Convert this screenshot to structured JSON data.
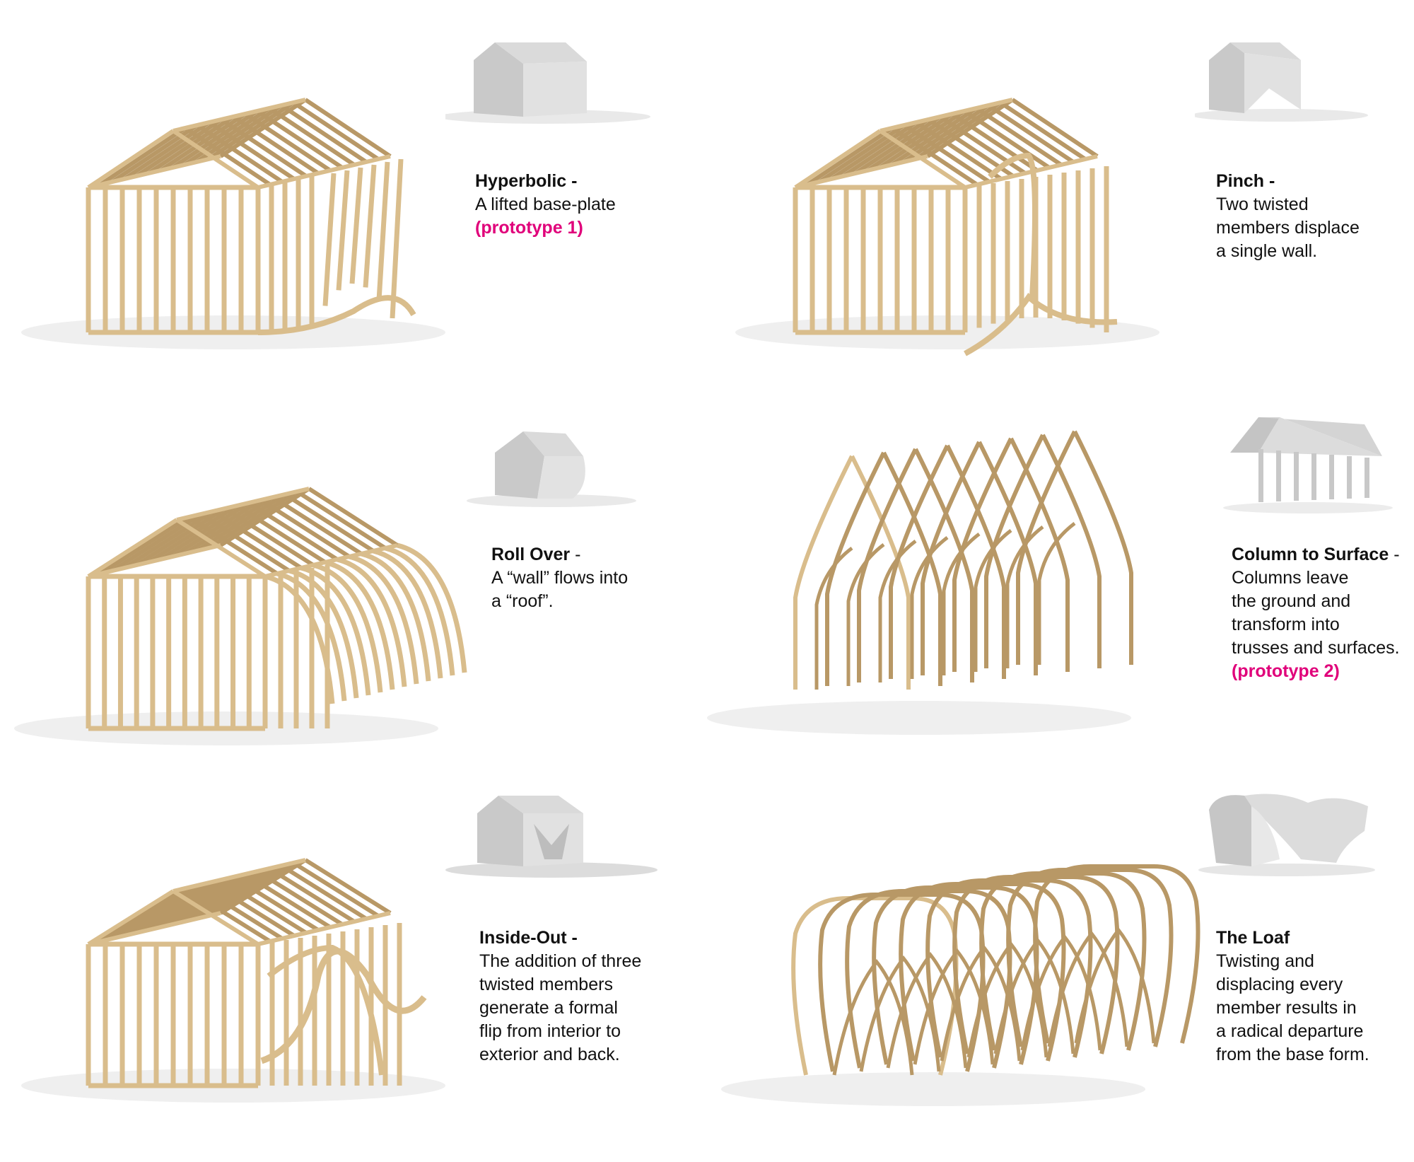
{
  "panels": [
    {
      "title": "Hyperbolic",
      "dash": " -",
      "lines": [
        "A lifted base-plate"
      ],
      "highlight": "(prototype 1)"
    },
    {
      "title": "Pinch",
      "dash": " -",
      "lines": [
        "Two twisted",
        "members displace",
        "a single wall."
      ],
      "highlight": ""
    },
    {
      "title": "Roll Over",
      "dash": " -",
      "lines": [
        "A “wall” flows into",
        "a “roof”."
      ],
      "highlight": ""
    },
    {
      "title": "Column to Surface",
      "dash": " -",
      "lines": [
        "Columns leave",
        "the ground and",
        "transform into",
        "trusses and surfaces."
      ],
      "highlight": "(prototype 2)"
    },
    {
      "title": "Inside-Out",
      "dash": " -",
      "lines": [
        "The addition of three",
        "twisted members",
        "generate a formal",
        "flip from interior to",
        "exterior and back."
      ],
      "highlight": ""
    },
    {
      "title": "The Loaf",
      "dash": "",
      "lines": [
        "Twisting and",
        "displacing every",
        "member results in",
        "a radical departure",
        "from the base form."
      ],
      "highlight": ""
    }
  ],
  "colors": {
    "wood": "#d9bd8c",
    "wood_dark": "#b89866",
    "highlight": "#e0007a",
    "massing": "#cfcfcf"
  },
  "icons": [
    "timber-frame-illustration",
    "massing-thumbnail-icon"
  ]
}
